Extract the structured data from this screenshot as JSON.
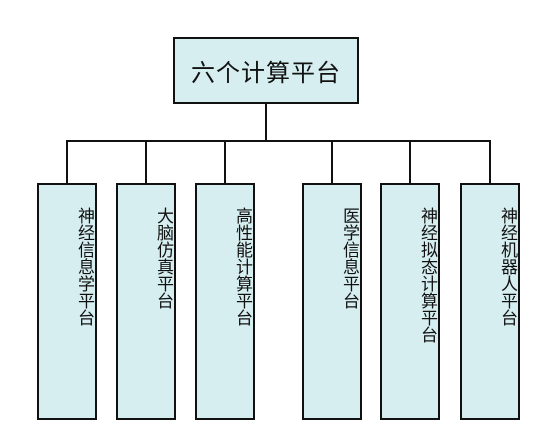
{
  "diagram": {
    "root": {
      "label": "六个计算平台"
    },
    "children": [
      {
        "label": "神经信息学平台"
      },
      {
        "label": "大脑仿真平台"
      },
      {
        "label": "高性能计算平台"
      },
      {
        "label": "医学信息平台"
      },
      {
        "label": "神经拟态计算平台"
      },
      {
        "label": "神经机器人平台"
      }
    ],
    "colors": {
      "box_fill": "#d6eef0",
      "stroke": "#111111"
    }
  }
}
